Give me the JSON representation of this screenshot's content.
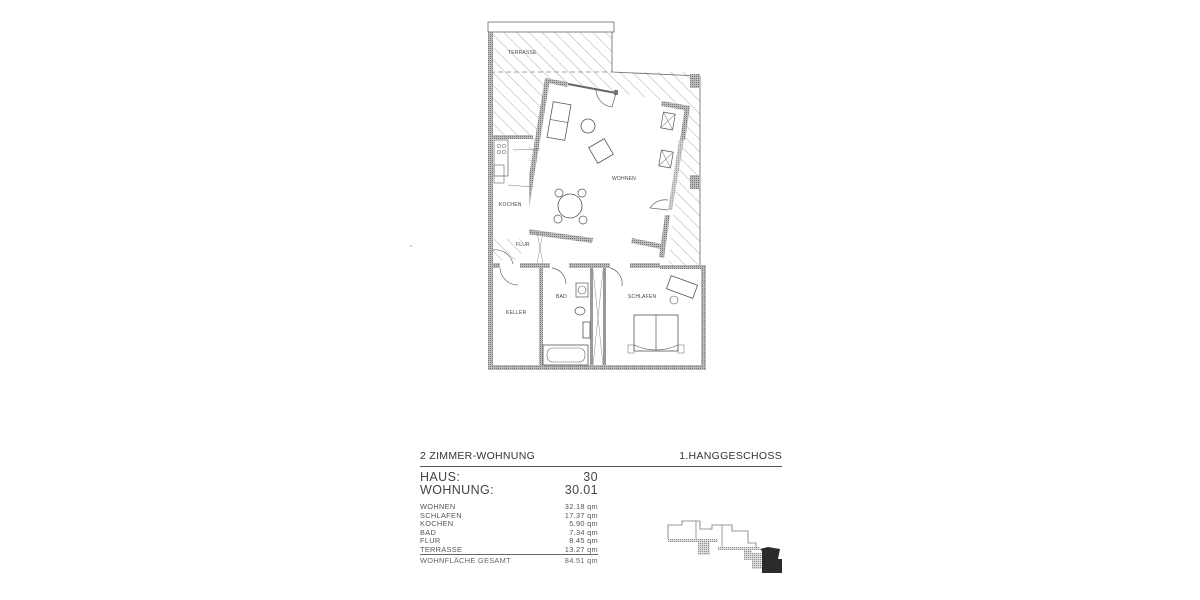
{
  "plan": {
    "rooms": {
      "terrasse": "TERRASSE",
      "wohnen": "WOHNEN",
      "kochen": "KOCHEN",
      "flur": "FLUR",
      "keller": "KELLER",
      "bad": "BAD",
      "schlafen": "SCHLAFEN"
    }
  },
  "info": {
    "apartment_type": "2 ZIMMER-WOHNUNG",
    "floor": "1.HANGGESCHOSS",
    "haus_label": "HAUS:",
    "haus_value": "30",
    "wohnung_label": "WOHNUNG:",
    "wohnung_value": "30.01",
    "rooms": [
      {
        "name": "WOHNEN",
        "area": "32.18 qm"
      },
      {
        "name": "SCHLAFEN",
        "area": "17.37 qm"
      },
      {
        "name": "KOCHEN",
        "area": "5.90 qm"
      },
      {
        "name": "BAD",
        "area": "7.34 qm"
      },
      {
        "name": "FLUR",
        "area": "8.45 qm"
      },
      {
        "name": "TERRASSE",
        "area": "13.27 qm"
      }
    ],
    "total_label": "WOHNFLÄCHE GESAMT",
    "total_value": "84.51 qm"
  }
}
